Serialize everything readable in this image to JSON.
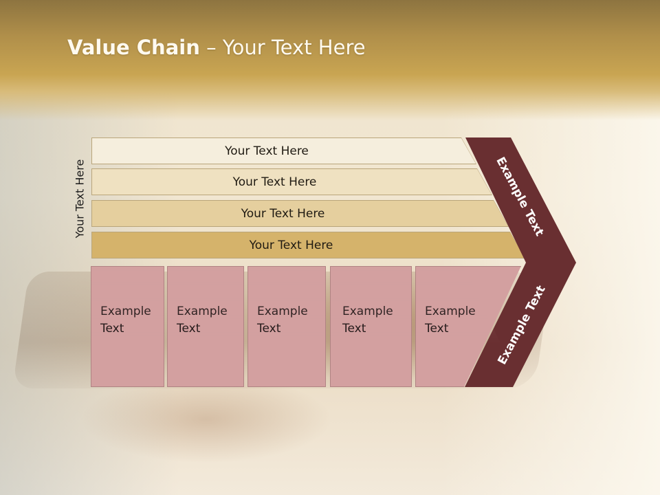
{
  "title": {
    "bold": "Value Chain",
    "rest": " – Your Text Here"
  },
  "side_label": "Your Text Here",
  "bars": [
    {
      "label": "Your Text Here",
      "color": "#f5eedd"
    },
    {
      "label": "Your Text Here",
      "color": "#efe1c1"
    },
    {
      "label": "Your Text Here",
      "color": "#e5cf9e"
    },
    {
      "label": "Your Text Here",
      "color": "#d5b36b"
    }
  ],
  "columns": [
    {
      "line1": "Example",
      "line2": "Text"
    },
    {
      "line1": "Example",
      "line2": "Text"
    },
    {
      "line1": "Example",
      "line2": "Text"
    },
    {
      "line1": "Example",
      "line2": "Text"
    },
    {
      "line1": "Example",
      "line2": "Text"
    }
  ],
  "chevron": {
    "upper_label": "Example Text",
    "lower_label": "Example Text",
    "color": "#692f31"
  },
  "colors": {
    "column_fill": "#d3a0a0",
    "column_border": "#b08383"
  }
}
